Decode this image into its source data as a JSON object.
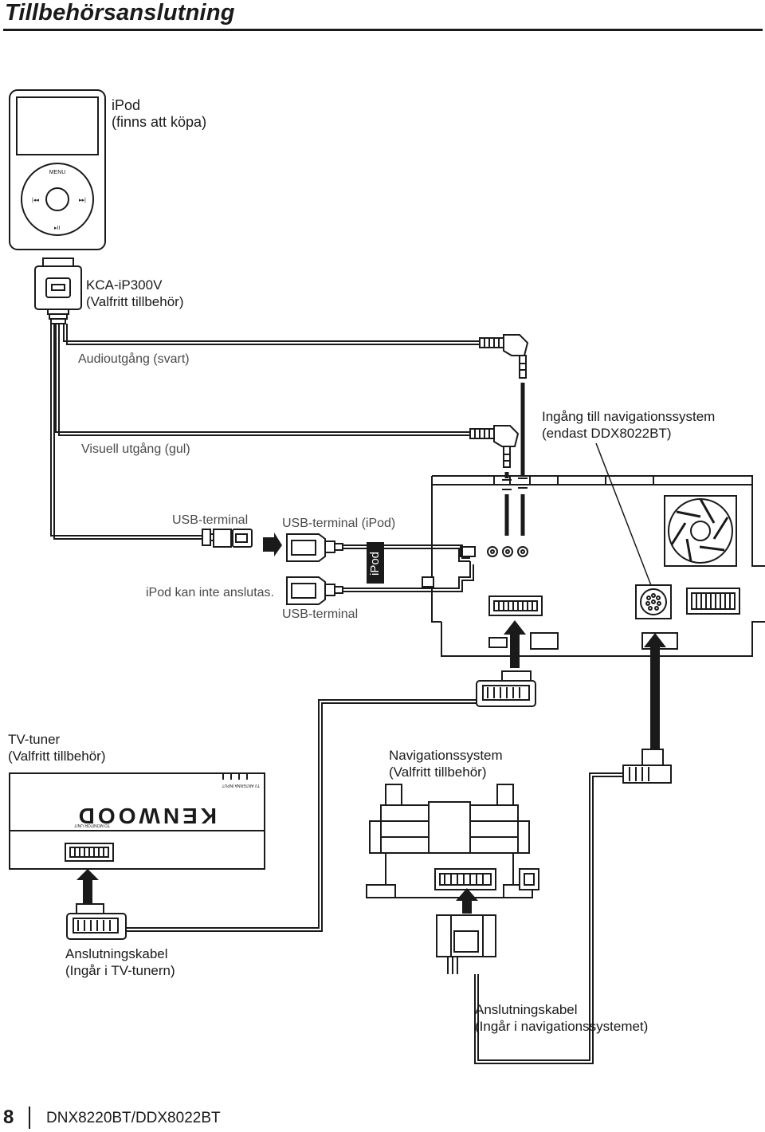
{
  "header": {
    "title": "Tillbehörsanslutning"
  },
  "labels": {
    "ipod_title": "iPod",
    "ipod_sub": "(finns att köpa)",
    "kca_title": "KCA-iP300V",
    "kca_sub": "(Valfritt tillbehör)",
    "audio_out": "Audioutgång (svart)",
    "visual_out": "Visuell utgång (gul)",
    "nav_in_title": "Ingång till navigationssystem",
    "nav_in_sub": "(endast DDX8022BT)",
    "usb_terminal_1": "USB-terminal",
    "usb_terminal_ipod": "USB-terminal (iPod)",
    "ipod_cannot": "iPod kan inte anslutas.",
    "usb_terminal_2": "USB-terminal",
    "ipod_tag": "iPod",
    "tv_title": "TV-tuner",
    "tv_sub": "(Valfritt tillbehör)",
    "nav_title": "Navigationssystem",
    "nav_sub": "(Valfritt tillbehör)",
    "cable_tv_title": "Anslutningskabel",
    "cable_tv_sub": "(Ingår i TV-tunern)",
    "cable_nav_title": "Anslutningskabel",
    "cable_nav_sub": "(Ingår i navigationssystemet)"
  },
  "device_text": {
    "ipod_menu": "MENU",
    "kenwood": "KENWOOD",
    "tv_antenna": "TV ANTENNA INPUT",
    "to_monitor": "TO MONITOR UNIT"
  },
  "footer": {
    "page": "8",
    "model": "DNX8220BT/DDX8022BT"
  }
}
